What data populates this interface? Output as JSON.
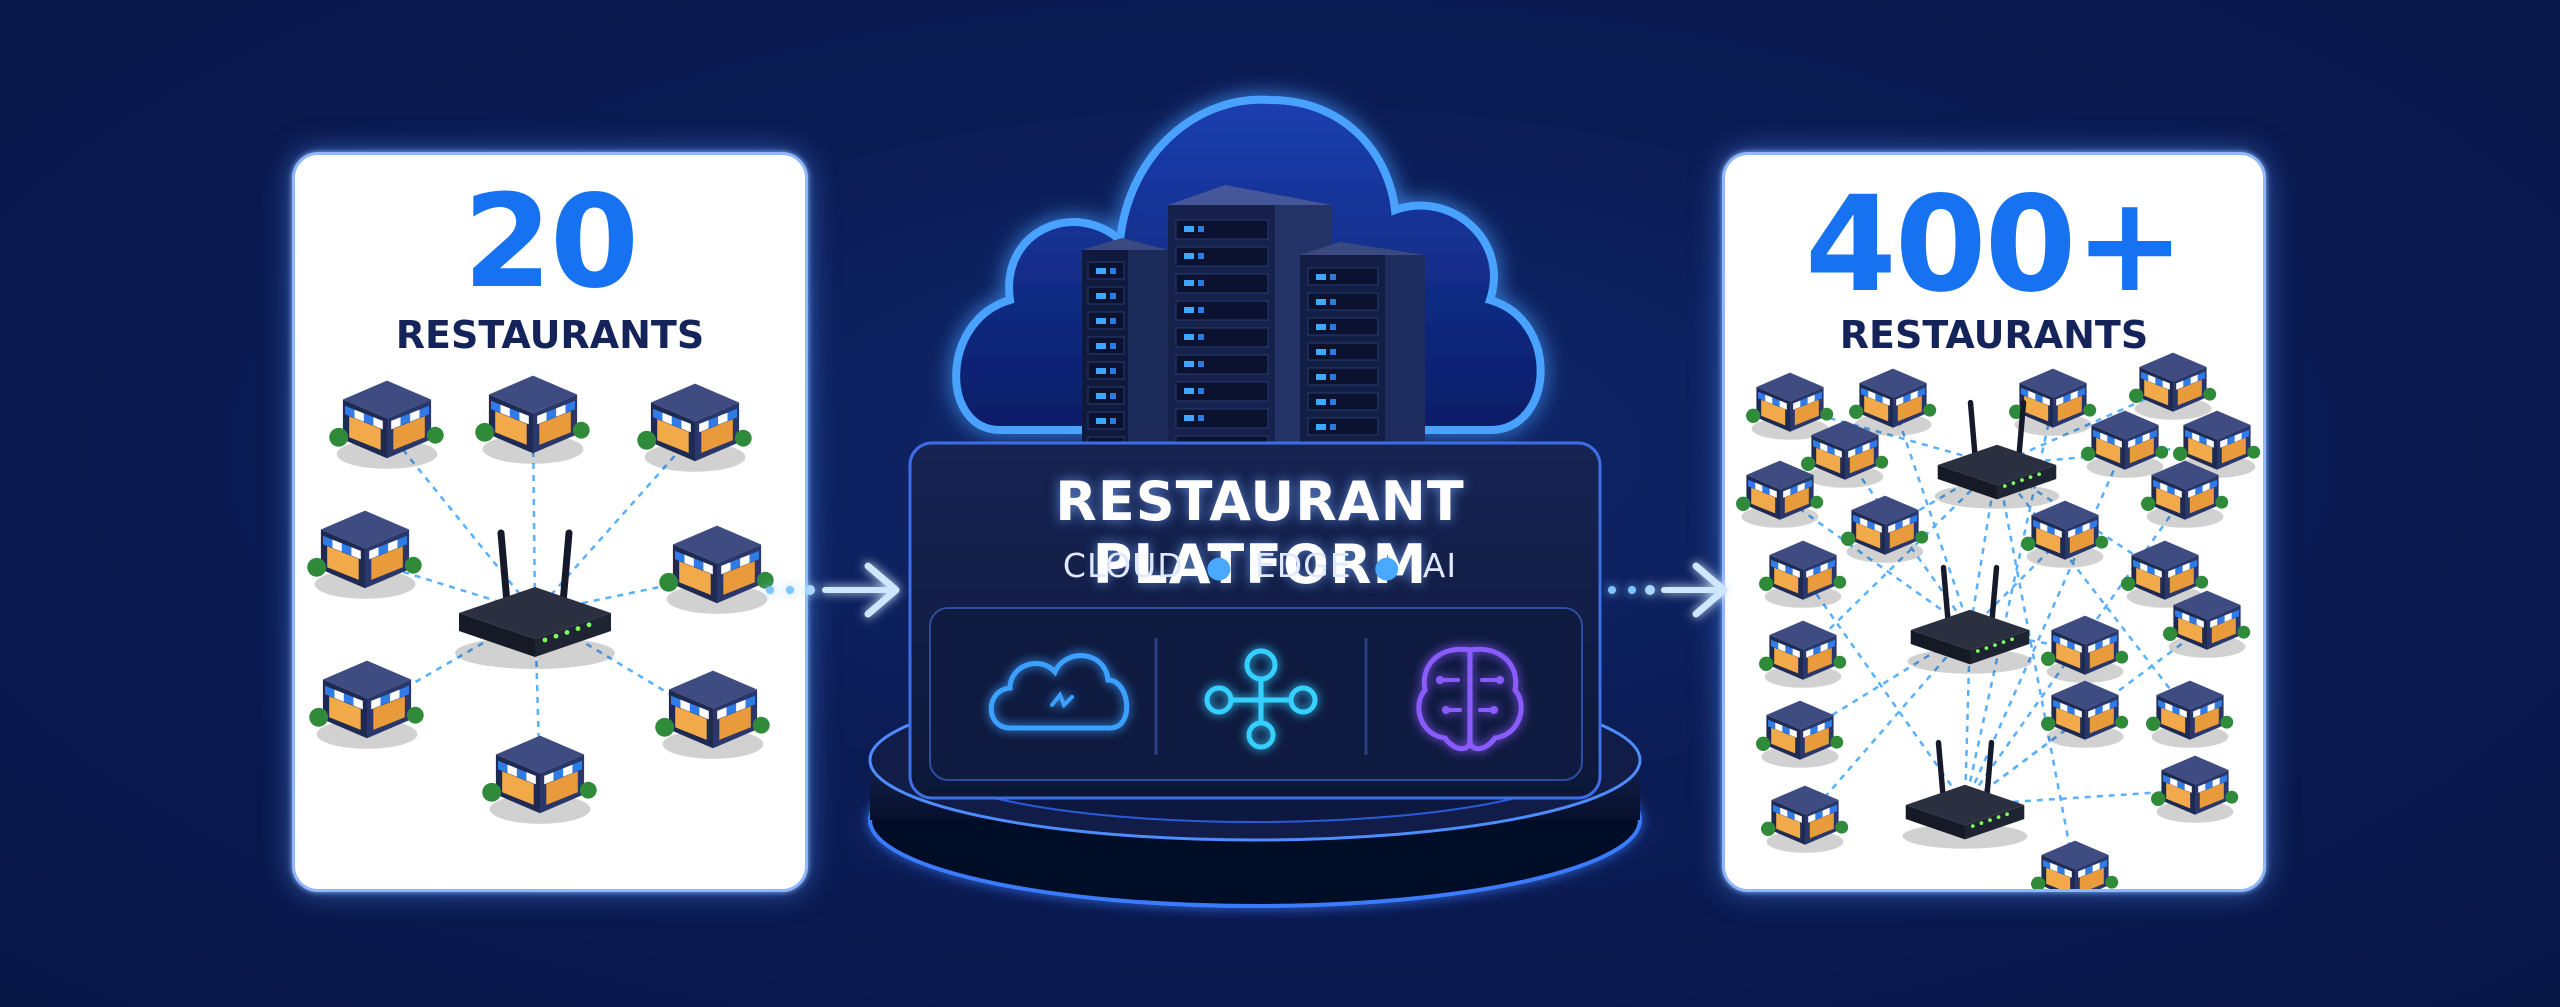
{
  "left_card": {
    "number": "20",
    "label": "RESTAURANTS"
  },
  "right_card": {
    "number": "400+",
    "label": "RESTAURANTS"
  },
  "platform": {
    "title": "RESTAURANT PLATFORM",
    "subtitle_items": [
      "CLOUD",
      "EDGE",
      "AI"
    ],
    "capability_icons": [
      "cloud-sync-icon",
      "network-nodes-icon",
      "ai-brain-icon"
    ]
  },
  "colors": {
    "background": "#0a1a50",
    "accent_blue": "#1672f0",
    "label_navy": "#14245a",
    "cyan_glow": "#35c8ff",
    "purple_glow": "#8a5cff"
  }
}
